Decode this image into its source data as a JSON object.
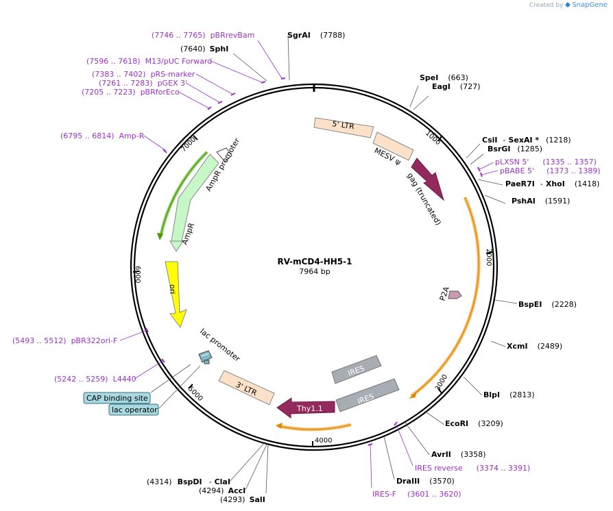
{
  "branding": {
    "created_by": "Created by",
    "app_name": "SnapGene"
  },
  "plasmid": {
    "name": "RV-mCD4-HH5-1",
    "length_label": "7964 bp"
  },
  "ticks": [
    "1000",
    "2000",
    "3000",
    "4000",
    "5000",
    "6000",
    "7000"
  ],
  "enzymes": {
    "sgrai": {
      "name": "SgrAI",
      "pos": "(7788)"
    },
    "sphi": {
      "name": "SphI",
      "pos": "(7640)"
    },
    "spei": {
      "name": "SpeI",
      "pos": "(663)"
    },
    "eagi": {
      "name": "EagI",
      "pos": "(727)"
    },
    "csii": {
      "name": "CsiI",
      "sep": "-",
      "name2": "SexAI *",
      "pos": "(1218)"
    },
    "bsrgi": {
      "name": "BsrGI",
      "pos": "(1285)"
    },
    "paer7i": {
      "name": "PaeR7I",
      "sep": "-",
      "name2": "XhoI",
      "pos": "(1418)"
    },
    "pshai": {
      "name": "PshAI",
      "pos": "(1591)"
    },
    "bspei": {
      "name": "BspEI",
      "pos": "(2228)"
    },
    "xcmi": {
      "name": "XcmI",
      "pos": "(2489)"
    },
    "blpi": {
      "name": "BlpI",
      "pos": "(2813)"
    },
    "ecori": {
      "name": "EcoRI",
      "pos": "(3209)"
    },
    "avrii": {
      "name": "AvrII",
      "pos": "(3358)"
    },
    "draiii": {
      "name": "DraIII",
      "pos": "(3570)"
    },
    "bspdi": {
      "name": "BspDI",
      "sep": "-",
      "name2": "ClaI",
      "pos": "(4314)"
    },
    "acci": {
      "name": "AccI",
      "pos": "(4294)"
    },
    "sali": {
      "name": "SalI",
      "pos": "(4293)"
    }
  },
  "primers": {
    "pbrrevbam": {
      "range": "(7746 .. 7765)",
      "name": "pBRrevBam"
    },
    "m13puc": {
      "range": "(7596 .. 7618)",
      "name": "M13/pUC Forward"
    },
    "prsmarker": {
      "range": "(7383 .. 7402)",
      "name": "pRS-marker"
    },
    "pgex3": {
      "range": "(7261 .. 7283)",
      "name": "pGEX 3'"
    },
    "pbrforeco": {
      "range": "(7205 .. 7223)",
      "name": "pBRforEco"
    },
    "ampr_primer": {
      "range": "(6795 .. 6814)",
      "name": "Amp-R"
    },
    "plxsn5": {
      "name": "pLXSN 5'",
      "range": "(1335 .. 1357)"
    },
    "pbabe5": {
      "name": "pBABE 5'",
      "range": "(1373 .. 1389)"
    },
    "iresrev": {
      "name": "IRES reverse",
      "range": "(3374 .. 3391)"
    },
    "iresf": {
      "name": "IRES-F",
      "range": "(3601 .. 3620)"
    },
    "pbr322ori": {
      "range": "(5493 .. 5512)",
      "name": "pBR322ori-F"
    },
    "l4440": {
      "range": "(5242 .. 5259)",
      "name": "L4440"
    }
  },
  "features": {
    "ltr5": "5' LTR",
    "mesv": "MESV ψ",
    "gag": "gag (truncated)",
    "p2a": "P2A",
    "ires1": "IRES",
    "ires2": "IRES",
    "thy": "Thy1.1",
    "ltr3": "3' LTR",
    "lacprom": "lac promoter",
    "ori": "ori",
    "ampr": "AmpR",
    "amprprom": "AmpR promoter"
  },
  "boxes": {
    "cap": "CAP binding site",
    "lacop": "lac operator"
  },
  "colors": {
    "ltr": "#fbe1c8",
    "gag": "#93295d",
    "thy": "#93295d",
    "ires": "#a7adb2",
    "ampr": "#c7f6c7",
    "ori": "#ffff00",
    "p2a": "#cc9ab0",
    "orf": "#f6a623",
    "orf_green": "#4e9a06",
    "primer": "#9b30c8",
    "box": "#a8d8e0"
  }
}
